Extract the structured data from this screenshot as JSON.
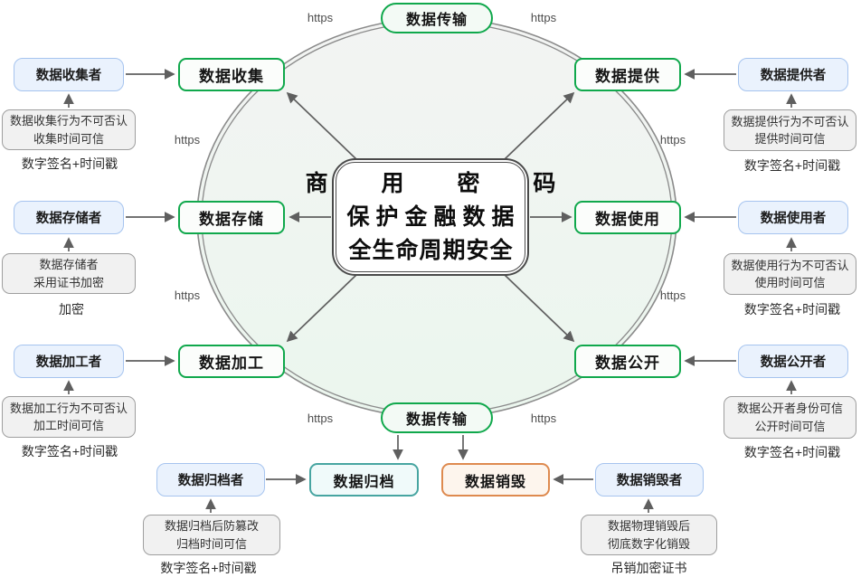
{
  "center": {
    "line1": "商 用 密 码",
    "line2": "保护金融数据",
    "line3": "全生命周期安全"
  },
  "transmission": {
    "top": "数据传输",
    "bottom": "数据传输"
  },
  "https_label": "https",
  "collect": {
    "stage": "数据收集",
    "actor": "数据收集者",
    "note1": "数据收集行为不可否认",
    "note2": "收集时间可信",
    "caption": "数字签名+时间戳"
  },
  "provide": {
    "stage": "数据提供",
    "actor": "数据提供者",
    "note1": "数据提供行为不可否认",
    "note2": "提供时间可信",
    "caption": "数字签名+时间戳"
  },
  "store": {
    "stage": "数据存储",
    "actor": "数据存储者",
    "note1": "数据存储者",
    "note2": "采用证书加密",
    "caption": "加密"
  },
  "use": {
    "stage": "数据使用",
    "actor": "数据使用者",
    "note1": "数据使用行为不可否认",
    "note2": "使用时间可信",
    "caption": "数字签名+时间戳"
  },
  "process": {
    "stage": "数据加工",
    "actor": "数据加工者",
    "note1": "数据加工行为不可否认",
    "note2": "加工时间可信",
    "caption": "数字签名+时间戳"
  },
  "publish": {
    "stage": "数据公开",
    "actor": "数据公开者",
    "note1": "数据公开者身份可信",
    "note2": "公开时间可信",
    "caption": "数字签名+时间戳"
  },
  "archive": {
    "stage": "数据归档",
    "actor": "数据归档者",
    "note1": "数据归档后防篡改",
    "note2": "归档时间可信",
    "caption": "数字签名+时间戳"
  },
  "destroy": {
    "stage": "数据销毁",
    "actor": "数据销毁者",
    "note1": "数据物理销毁后",
    "note2": "彻底数字化销毁",
    "caption": "吊销加密证书"
  },
  "colors": {
    "stage_green": "#10a84c",
    "actor_border_blue": "#a6c4ef",
    "actor_bg_blue": "#eaf2fd",
    "archive_teal": "#47a5a1",
    "destroy_orange": "#de8a4f",
    "note_bg": "#f1f1f1",
    "note_border": "#9e9e9e",
    "arrow_gray": "#5f5f5f",
    "circle_stroke": "#8b8b8b"
  }
}
